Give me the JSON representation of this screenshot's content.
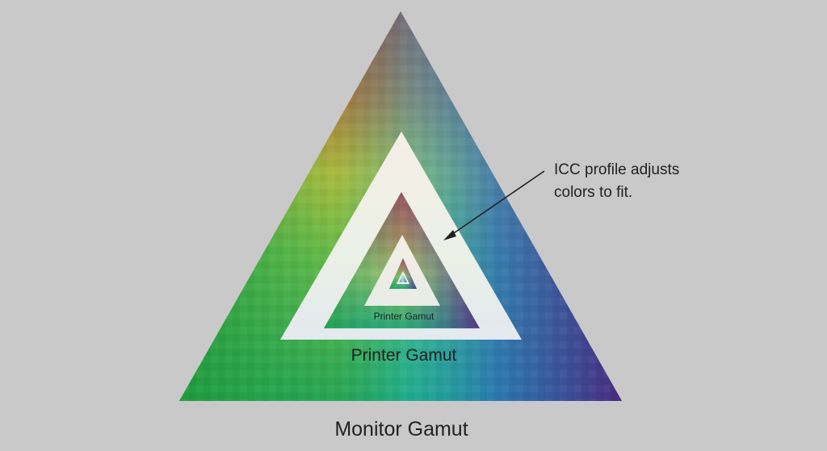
{
  "diagram": {
    "outer_label": "Monitor Gamut",
    "middle_label": "Printer Gamut",
    "inner_label": "Printer Gamut",
    "annotation_line1": "ICC profile adjusts",
    "annotation_line2": "colors to fit."
  },
  "colors": {
    "background": "#c9c9ca",
    "top_vertex": "#e21f26",
    "left_vertex": "#1f9a3a",
    "right_vertex": "#4a2f86",
    "bottom_center": "#1aa6d6",
    "band_light": "#e9ece6",
    "text": "#222222"
  }
}
